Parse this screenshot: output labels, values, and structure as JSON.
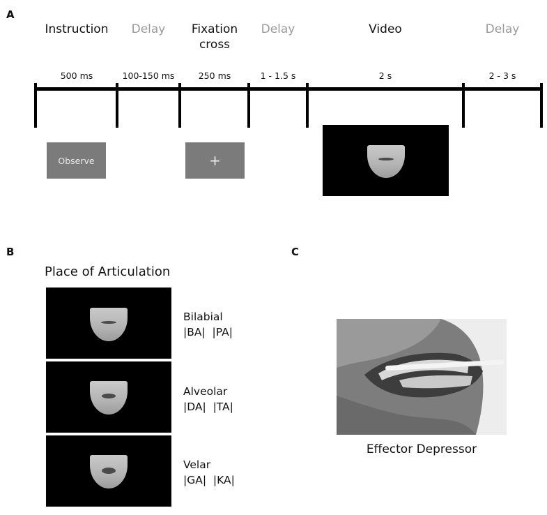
{
  "panels": {
    "a": "A",
    "b": "B",
    "c": "C"
  },
  "timeline": {
    "phases": [
      {
        "label": "Instruction",
        "delay": false
      },
      {
        "label": "Delay",
        "delay": true
      },
      {
        "label": "Fixation\ncross",
        "delay": false
      },
      {
        "label": "Delay",
        "delay": true
      },
      {
        "label": "Video",
        "delay": false
      },
      {
        "label": "Delay",
        "delay": true
      }
    ],
    "durations": [
      "500 ms",
      "100-150 ms",
      "250 ms",
      "1 - 1.5 s",
      "2 s",
      "2 - 3 s"
    ],
    "instruction_screen": "Observe",
    "fixation_symbol": "+"
  },
  "place_of_articulation": {
    "title": "Place of Articulation",
    "rows": [
      {
        "name": "Bilabial",
        "syllables": "|BA|  |PA|"
      },
      {
        "name": "Alveolar",
        "syllables": "|DA|  |TA|"
      },
      {
        "name": "Velar",
        "syllables": "|GA|  |KA|"
      }
    ]
  },
  "effector": {
    "caption": "Effector Depressor"
  }
}
